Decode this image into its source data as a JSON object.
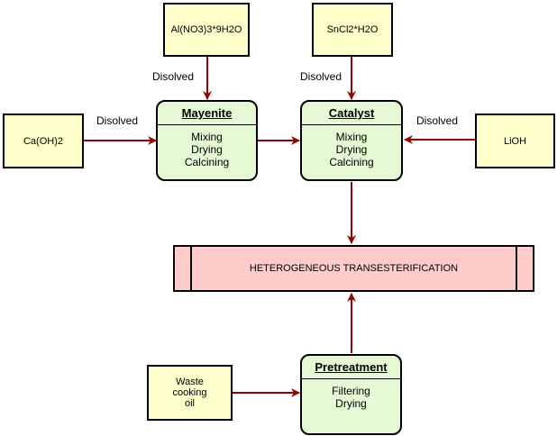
{
  "inputs": {
    "al_nitrate": "Al(NO3)3*9H2O",
    "sncl2": "SnCl2*H2O",
    "caoh2": "Ca(OH)2",
    "lioh": "LiOH",
    "waste_oil_line1": "Waste",
    "waste_oil_line2": "cooking",
    "waste_oil_line3": "oil"
  },
  "processes": {
    "mayenite": {
      "title": "Mayenite",
      "steps": [
        "Mixing",
        "Drying",
        "Calcining"
      ]
    },
    "catalyst": {
      "title": "Catalyst",
      "steps": [
        "Mixing",
        "Drying",
        "Calcining"
      ]
    },
    "pretreatment": {
      "title": "Pretreatment",
      "steps": [
        "Filtering",
        "Drying"
      ]
    }
  },
  "main_process": "HETEROGENEOUS TRANSESTERIFICATION",
  "edge_labels": {
    "al_to_mayenite": "Disolved",
    "sn_to_catalyst": "Disolved",
    "ca_to_mayenite": "Disolved",
    "li_to_catalyst": "Disolved"
  },
  "colors": {
    "input_fill": "#ffffcc",
    "process_fill": "#e4f9d4",
    "main_fill": "#ffcccc",
    "arrow": "#990000"
  }
}
